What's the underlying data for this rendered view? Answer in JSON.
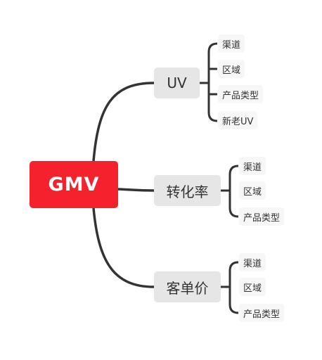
{
  "root": {
    "label": "GMV",
    "color": "#f5222d"
  },
  "branches": [
    {
      "label": "UV",
      "children": [
        "渠道",
        "区域",
        "产品类型",
        "新老UV"
      ]
    },
    {
      "label": "转化率",
      "children": [
        "渠道",
        "区域",
        "产品类型"
      ]
    },
    {
      "label": "客单价",
      "children": [
        "渠道",
        "区域",
        "产品类型"
      ]
    }
  ],
  "colors": {
    "line": "#333333",
    "branch_bg": "#e6e6e6",
    "leaf_bg": "#f7f7f7"
  }
}
